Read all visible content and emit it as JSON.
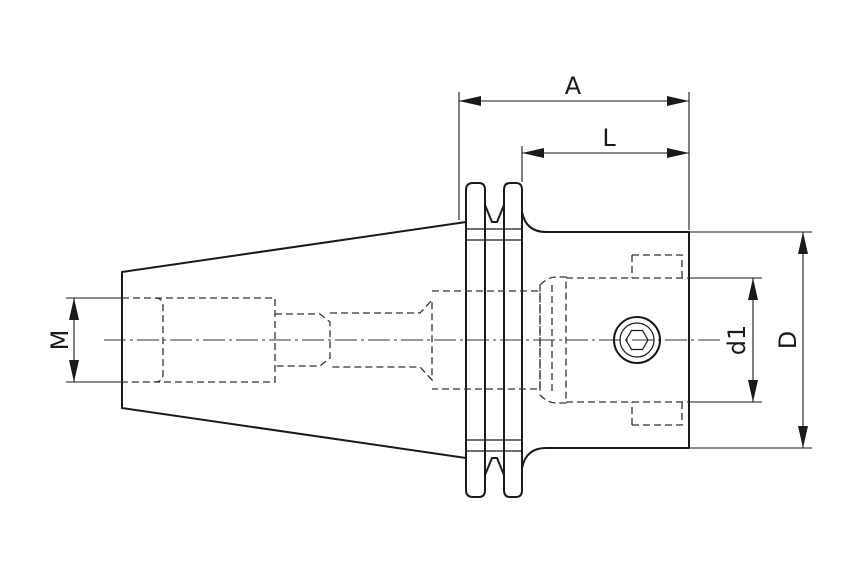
{
  "drawing": {
    "dimensions": {
      "A": "A",
      "L": "L",
      "M": "M",
      "d1": "d1",
      "D": "D"
    },
    "colors": {
      "line": "#1a1a1a",
      "background": "#ffffff"
    },
    "icons": [
      "hex-socket-screw-icon"
    ]
  }
}
